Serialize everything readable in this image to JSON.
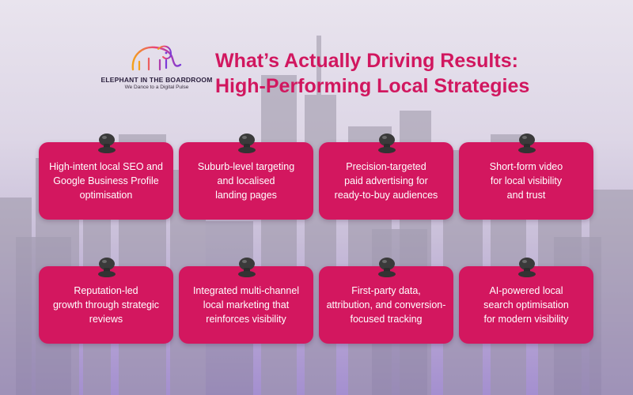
{
  "logo": {
    "name": "ELEPHANT IN THE BOARDROOM",
    "tagline": "We Dance to a Digital Pulse"
  },
  "title": {
    "line1": "What’s Actually Driving Results:",
    "line2": "High-Performing Local Strategies"
  },
  "colors": {
    "accent": "#d3175f",
    "title": "#d1175f",
    "pin": "#3a3a3a"
  },
  "cards": [
    {
      "text": "High-intent local SEO and\nGoogle Business Profile\noptimisation"
    },
    {
      "text": "Suburb-level targeting\nand localised\nlanding pages"
    },
    {
      "text": "Precision-targeted\npaid advertising for\nready-to-buy audiences"
    },
    {
      "text": "Short-form video\nfor local visibility\nand trust"
    },
    {
      "text": "Reputation-led\ngrowth through strategic\nreviews"
    },
    {
      "text": "Integrated multi-channel\nlocal marketing that\nreinforces visibility"
    },
    {
      "text": "First-party data,\nattribution, and conversion-\nfocused tracking"
    },
    {
      "text": "AI-powered local\nsearch optimisation\nfor modern visibility"
    }
  ]
}
